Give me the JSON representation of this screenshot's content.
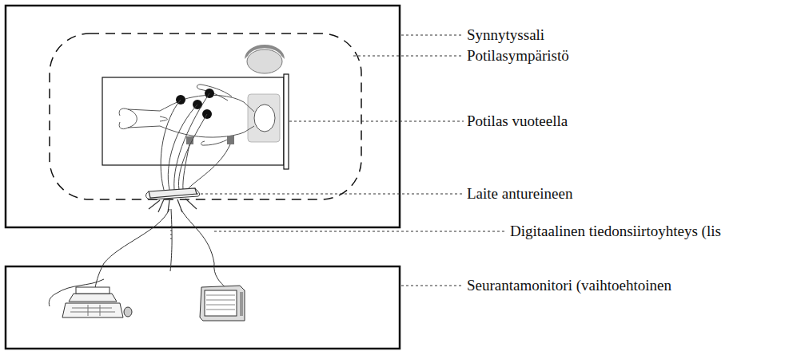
{
  "diagram": {
    "labels": [
      "Synnytyssali",
      "Potilasympäristö",
      "Potilas vuoteella",
      "Laite antureineen",
      "Digitaalinen tiedonsiirtoyhteys (lis",
      "Seurantamonitori (vaihtoehtoinen"
    ]
  }
}
